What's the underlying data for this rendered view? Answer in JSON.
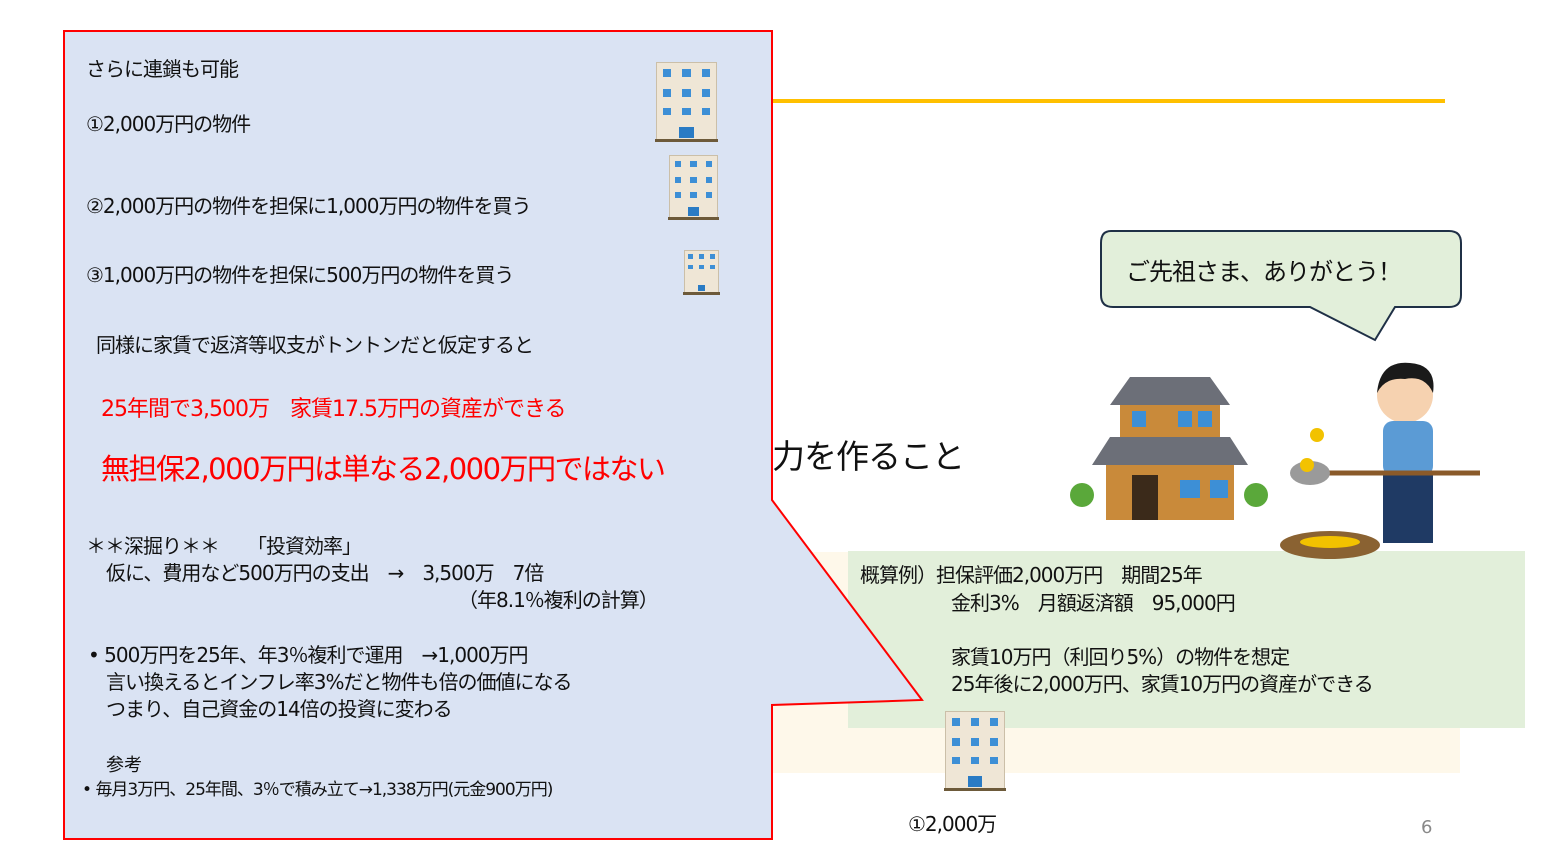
{
  "callout": {
    "title": "さらに連鎖も可能",
    "step1": "①2,000万円の物件",
    "step2": "②2,000万円の物件を担保に1,000万円の物件を買う",
    "step3": "③1,000万円の物件を担保に500万円の物件を買う",
    "assumption": "同様に家賃で返済等収支がトントンだと仮定すると",
    "result": "25年間で3,500万　家賃17.5万円の資産ができる",
    "headline": "無担保2,000万円は単なる2,000万円ではない",
    "deep_dive": "＊＊深掘り＊＊　　「投資効率」",
    "deep_line1": "仮に、費用など500万円の支出　→　3,500万　7倍",
    "deep_line2": "（年8.1％複利の計算）",
    "bullet1": "500万円を25年、年3％複利で運用　→1,000万円",
    "bullet1_line2": "言い換えるとインフレ率3%だと物件も倍の価値になる",
    "bullet1_line3": "つまり、自己資金の14倍の投資に変わる",
    "reference_label": "参考",
    "reference": "毎月3万円、25年間、3％で積み立て→1,338万円(元金900万円)"
  },
  "slide": {
    "partial_title": "力を作ること",
    "speech": "ご先祖さま、ありがとう！",
    "example_line1": "概算例）担保評価2,000万円　期間25年",
    "example_line2": "金利3%　月額返済額　95,000円",
    "example_line3": "家賃10万円（利回り5%）の物件を想定",
    "example_line4": "25年後に2,000万円、家賃10万円の資産ができる",
    "building_caption": "①2,000万",
    "page_number": "6"
  },
  "colors": {
    "accent_line": "#ffc000",
    "callout_fill": "#dae3f3",
    "callout_border": "#ff0000",
    "highlight": "#ff0000",
    "example_fill": "#e2efda"
  }
}
